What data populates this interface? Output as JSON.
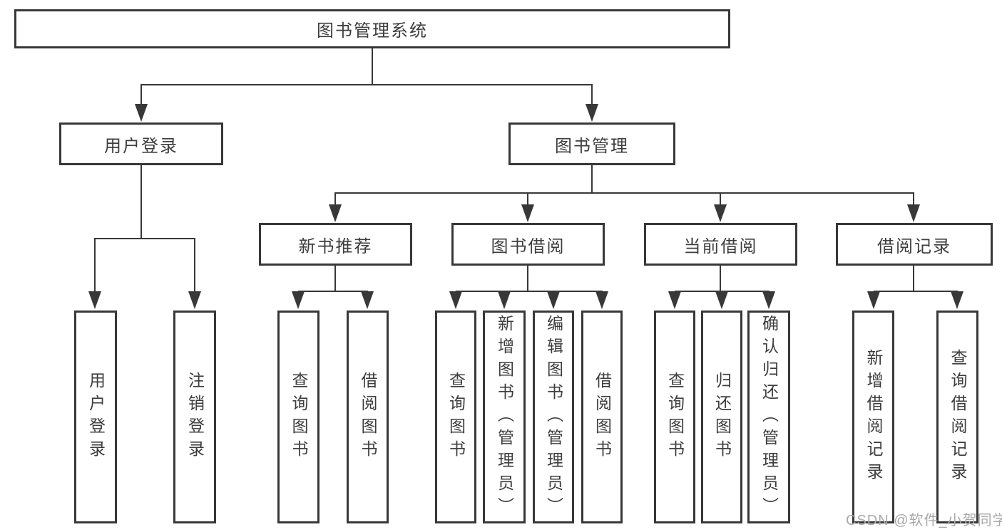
{
  "diagram_title": "图书管理系统",
  "tree": {
    "label": "图书管理系统",
    "children": [
      {
        "label": "用户登录",
        "children": [
          {
            "label": "用户登录"
          },
          {
            "label": "注销登录"
          }
        ]
      },
      {
        "label": "图书管理",
        "children": [
          {
            "label": "新书推荐",
            "children": [
              {
                "label": "查询图书"
              },
              {
                "label": "借阅图书"
              }
            ]
          },
          {
            "label": "图书借阅",
            "children": [
              {
                "label": "查询图书"
              },
              {
                "label": "新增图书（管理员）"
              },
              {
                "label": "编辑图书（管理员）"
              },
              {
                "label": "借阅图书"
              }
            ]
          },
          {
            "label": "当前借阅",
            "children": [
              {
                "label": "查询图书"
              },
              {
                "label": "归还图书"
              },
              {
                "label": "确认归还（管理员）"
              }
            ]
          },
          {
            "label": "借阅记录",
            "children": [
              {
                "label": "新增借阅记录"
              },
              {
                "label": "查询借阅记录"
              }
            ]
          }
        ]
      }
    ]
  },
  "watermark": {
    "text": "CSDN @软件_小贺同学"
  },
  "colors": {
    "line": "#383838",
    "box_border": "#383838",
    "text": "#3d3d3d",
    "watermark": "#a9a9a9",
    "background": "#ffffff"
  }
}
